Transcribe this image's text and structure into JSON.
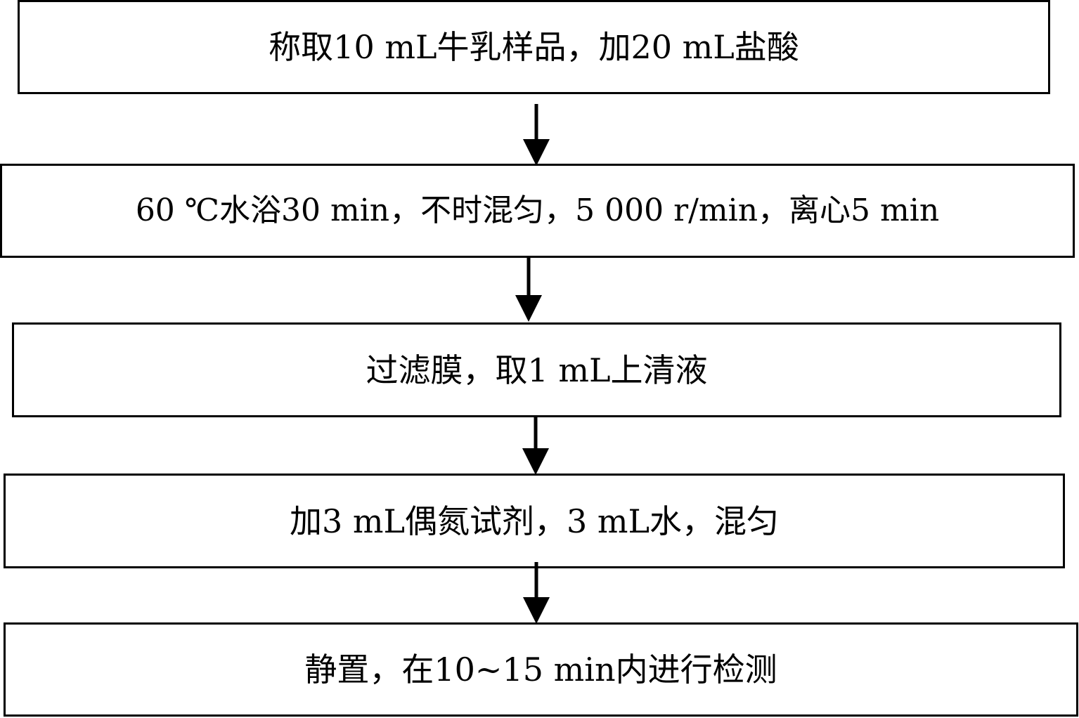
{
  "flowchart": {
    "steps": [
      {
        "text": "称取10 mL牛乳样品，加20 mL盐酸"
      },
      {
        "text": "60 ℃水浴30 min，不时混匀，5 000 r/min，离心5 min"
      },
      {
        "text": "过滤膜，取1 mL上清液"
      },
      {
        "text": "加3 mL偶氮试剂，3 mL水，混匀"
      },
      {
        "text": "静置，在10~15 min内进行检测"
      }
    ],
    "colors": {
      "stroke": "#000000",
      "background": "#ffffff"
    }
  }
}
